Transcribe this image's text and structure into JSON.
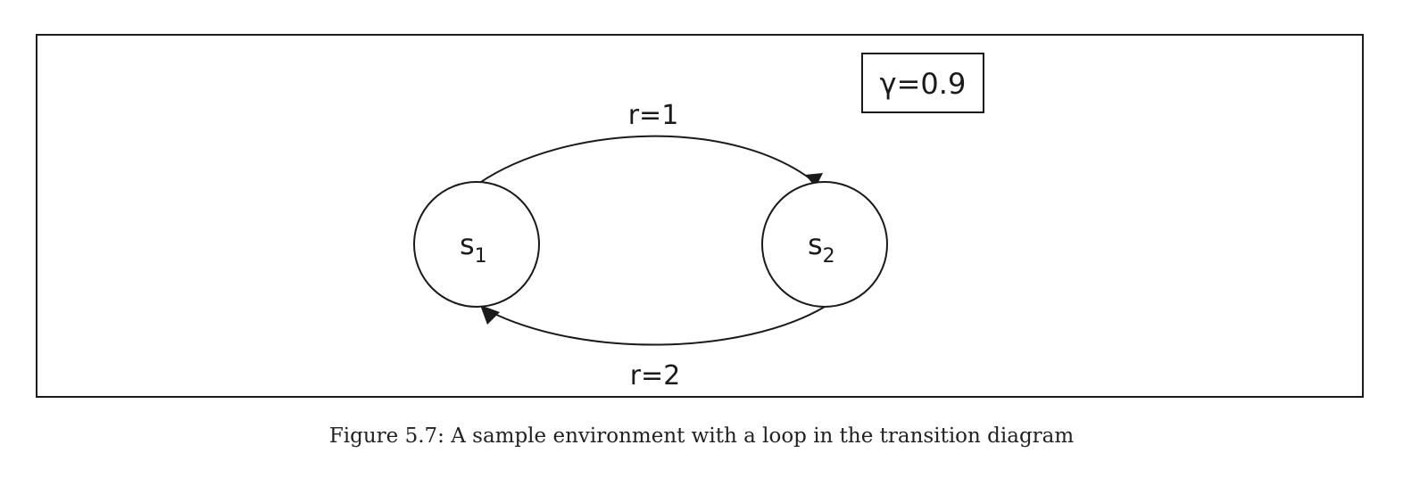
{
  "diagram": {
    "states": [
      {
        "label": "s",
        "subscript": "1"
      },
      {
        "label": "s",
        "subscript": "2"
      }
    ],
    "transitions": [
      {
        "from": "s1",
        "to": "s2",
        "label": "r=1"
      },
      {
        "from": "s2",
        "to": "s1",
        "label": "r=2"
      }
    ],
    "discount": {
      "symbol": "γ",
      "text": "γ=0.9"
    }
  },
  "caption": "Figure 5.7: A sample environment with a loop in the transition diagram",
  "colors": {
    "stroke": "#1a1a1a",
    "background": "#ffffff"
  }
}
